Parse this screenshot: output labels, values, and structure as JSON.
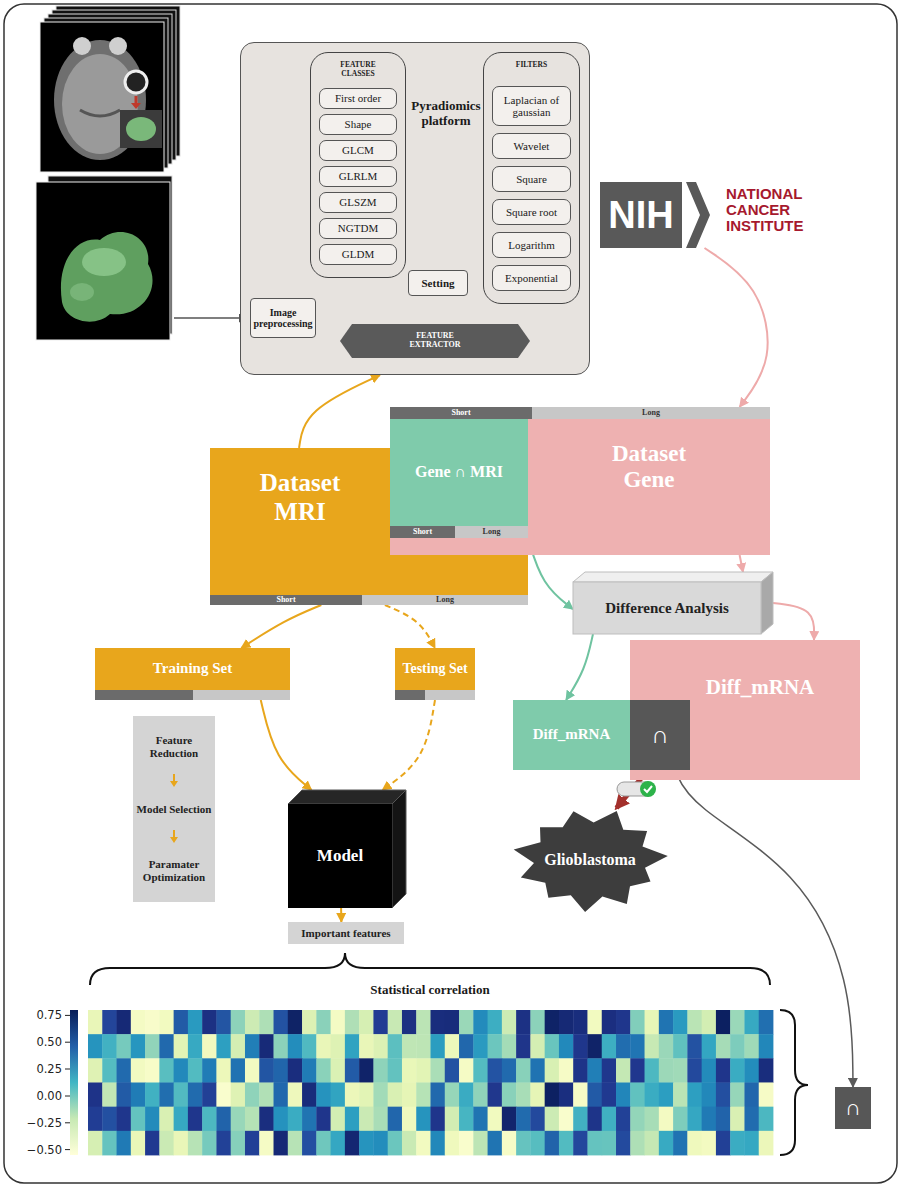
{
  "diagram": {
    "nodes": [
      {
        "text": [
          "Pyradiomics platform"
        ]
      },
      {
        "text": [
          "FEATURE CLASSES"
        ],
        "in": 0
      },
      {
        "text": [
          "First order"
        ],
        "in": 1
      },
      {
        "text": [
          "Shape"
        ],
        "in": 1
      },
      {
        "text": [
          "GLCM"
        ],
        "in": 1
      },
      {
        "text": [
          "GLRLM"
        ],
        "in": 1
      },
      {
        "text": [
          "GLSZM"
        ],
        "in": 1
      },
      {
        "text": [
          "NGTDM"
        ],
        "in": 1
      },
      {
        "text": [
          "GLDM"
        ],
        "in": 1
      },
      {
        "text": [
          "FILTERS"
        ],
        "in": 0
      },
      {
        "text": [
          "Laplacian of gaussian"
        ],
        "in": 9
      },
      {
        "text": [
          "Wavelet"
        ],
        "in": 9
      },
      {
        "text": [
          "Square"
        ],
        "in": 9
      },
      {
        "text": [
          "Square root"
        ],
        "in": 9
      },
      {
        "text": [
          "Logarithm"
        ],
        "in": 9
      },
      {
        "text": [
          "Exponential"
        ],
        "in": 9
      },
      {
        "text": [
          "Setting"
        ],
        "in": 0
      },
      {
        "text": [
          "Image preprocessing"
        ],
        "in": 0
      },
      {
        "text": [
          "FEATURE EXTRACTOR"
        ],
        "in": 0
      },
      {
        "text": [
          "NIH",
          "NATIONAL CANCER INSTITUTE"
        ]
      },
      {
        "text": [
          "Dataset MRI"
        ]
      },
      {
        "text": [
          "Short"
        ],
        "in": 20
      },
      {
        "text": [
          "Long"
        ],
        "in": 20
      },
      {
        "text": [
          "Dataset Gene"
        ]
      },
      {
        "text": [
          "Short"
        ],
        "in": 23
      },
      {
        "text": [
          "Long"
        ],
        "in": 23
      },
      {
        "text": [
          "Gene ∩ MRI"
        ]
      },
      {
        "text": [
          "Short"
        ],
        "in": 26
      },
      {
        "text": [
          "Long"
        ],
        "in": 26
      },
      {
        "text": [
          "Difference Analysis"
        ]
      },
      {
        "text": [
          "Training Set"
        ]
      },
      {
        "text": [
          "Testing Set"
        ]
      },
      {
        "text": [
          "Feature Reduction",
          "Model Selection",
          "Paramater Optimization"
        ]
      },
      {
        "text": [
          "Model"
        ]
      },
      {
        "text": [
          "Important features"
        ]
      },
      {
        "text": [
          "Diff_mRNA"
        ]
      },
      {
        "text": [
          "Diff_mRNA"
        ]
      },
      {
        "text": [
          "∩"
        ]
      },
      {
        "text": [
          "Glioblastoma"
        ]
      },
      {
        "text": [
          "∩"
        ]
      }
    ],
    "edges": [
      {
        "from": 20,
        "to": 0,
        "arrow": "to"
      },
      {
        "from": 1,
        "to": 18,
        "arrow": "to"
      },
      {
        "from": 16,
        "to": 18,
        "arrow": "to"
      },
      {
        "from": 9,
        "to": 18,
        "arrow": "to"
      },
      {
        "from": 17,
        "to": 18,
        "arrow": "to"
      },
      {
        "from": 19,
        "to": 23,
        "arrow": "to"
      },
      {
        "from": 23,
        "to": 29,
        "arrow": "to"
      },
      {
        "from": 26,
        "to": 29,
        "arrow": "to"
      },
      {
        "from": 29,
        "to": 35,
        "arrow": "to"
      },
      {
        "from": 29,
        "to": 36,
        "arrow": "to"
      },
      {
        "from": 20,
        "to": 30,
        "arrow": "to"
      },
      {
        "from": 20,
        "to": 31,
        "arrow": "to"
      },
      {
        "from": 30,
        "to": 33,
        "arrow": "to"
      },
      {
        "from": 31,
        "to": 33,
        "arrow": "to"
      },
      {
        "from": 33,
        "to": 34,
        "arrow": "to"
      },
      {
        "from": 37,
        "to": 38,
        "arrow": "to"
      },
      {
        "from": 37,
        "to": 39,
        "arrow": "to"
      }
    ],
    "labels": [
      "Statistical correlation",
      "0.75",
      "0.50",
      "0.25",
      "0.00",
      "−0.25",
      "−0.50"
    ]
  }
}
